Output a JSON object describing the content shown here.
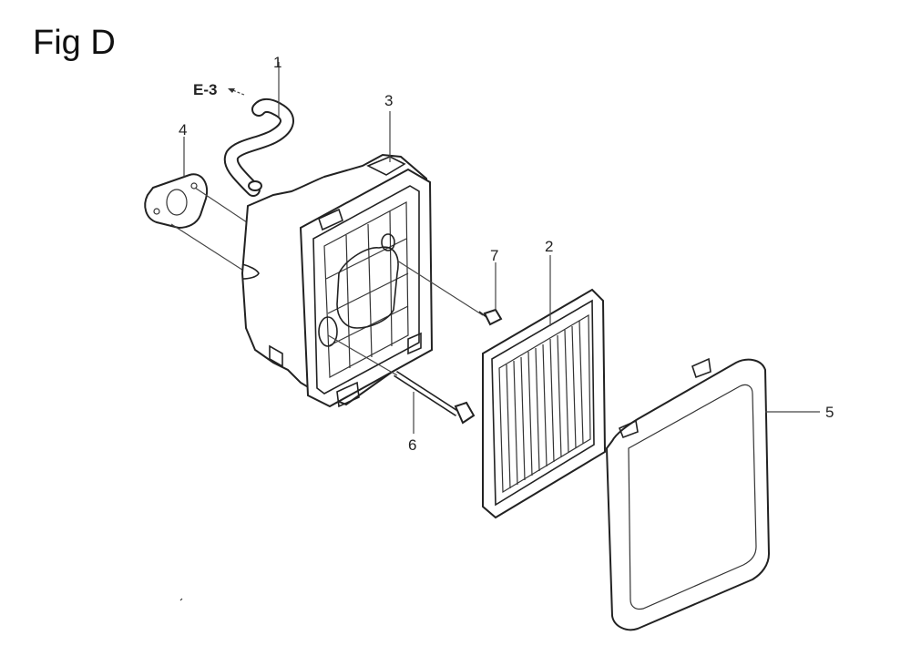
{
  "figure": {
    "title": "Fig D"
  },
  "reference": {
    "label": "E-3"
  },
  "callouts": [
    {
      "id": "1",
      "label": "1"
    },
    {
      "id": "2",
      "label": "2"
    },
    {
      "id": "3",
      "label": "3"
    },
    {
      "id": "4",
      "label": "4"
    },
    {
      "id": "5",
      "label": "5"
    },
    {
      "id": "6",
      "label": "6"
    },
    {
      "id": "7",
      "label": "7"
    }
  ]
}
